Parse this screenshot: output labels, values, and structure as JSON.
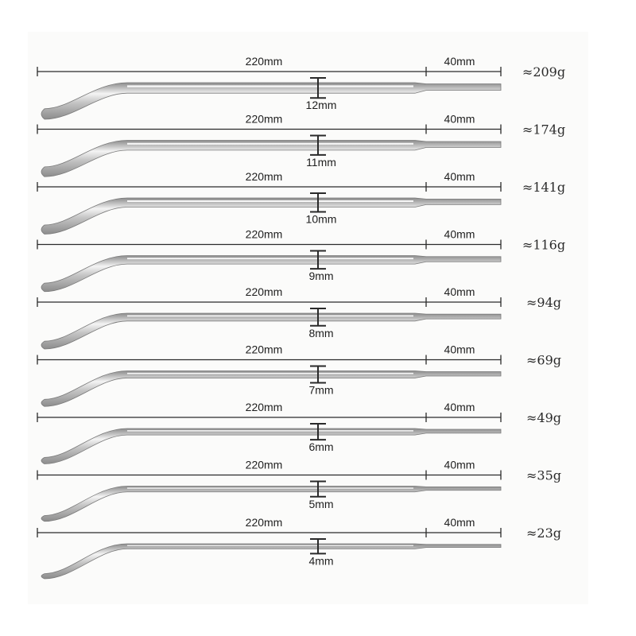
{
  "rods": [
    {
      "length_label": "220mm",
      "tip_label": "40mm",
      "diameter_label": "12mm",
      "weight_label": "≈209g",
      "diameter_mm": 12
    },
    {
      "length_label": "220mm",
      "tip_label": "40mm",
      "diameter_label": "11mm",
      "weight_label": "≈174g",
      "diameter_mm": 11
    },
    {
      "length_label": "220mm",
      "tip_label": "40mm",
      "diameter_label": "10mm",
      "weight_label": "≈141g",
      "diameter_mm": 10
    },
    {
      "length_label": "220mm",
      "tip_label": "40mm",
      "diameter_label": "9mm",
      "weight_label": "≈116g",
      "diameter_mm": 9
    },
    {
      "length_label": "220mm",
      "tip_label": "40mm",
      "diameter_label": "8mm",
      "weight_label": "≈94g",
      "diameter_mm": 8
    },
    {
      "length_label": "220mm",
      "tip_label": "40mm",
      "diameter_label": "7mm",
      "weight_label": "≈69g",
      "diameter_mm": 7
    },
    {
      "length_label": "220mm",
      "tip_label": "40mm",
      "diameter_label": "6mm",
      "weight_label": "≈49g",
      "diameter_mm": 6
    },
    {
      "length_label": "220mm",
      "tip_label": "40mm",
      "diameter_label": "5mm",
      "weight_label": "≈35g",
      "diameter_mm": 5
    },
    {
      "length_label": "220mm",
      "tip_label": "40mm",
      "diameter_label": "4mm",
      "weight_label": "≈23g",
      "diameter_mm": 4
    }
  ],
  "colors": {
    "line": "#2a2a2a",
    "metal_dark": "#8c8c8c",
    "metal_mid": "#c4c4c4",
    "metal_light": "#f4f4f4"
  }
}
